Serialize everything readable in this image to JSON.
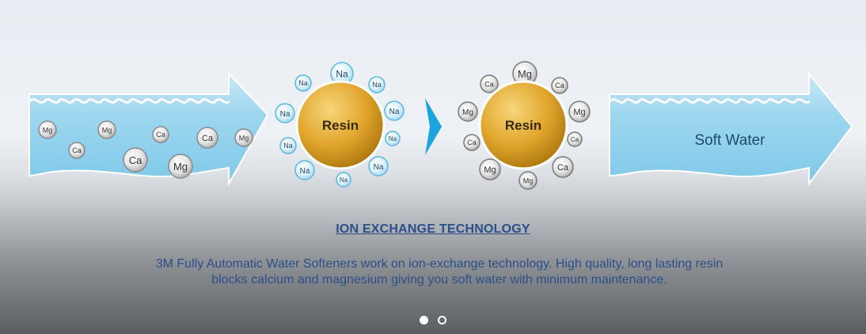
{
  "slide": {
    "title": "ION EXCHANGE TECHNOLOGY",
    "description": "3M Fully Automatic Water Softeners work on ion-exchange technology. High quality, long lasting resin blocks calcium and magnesium giving you soft water with minimum maintenance."
  },
  "diagram": {
    "hard_water_ions": [
      "Mg",
      "Ca",
      "Mg",
      "Ca",
      "Ca",
      "Mg",
      "Ca",
      "Mg"
    ],
    "resin_label_1": "Resin",
    "resin_label_2": "Resin",
    "sodium_label": "Na",
    "resin2_ions": [
      "Mg",
      "Ca",
      "Ca",
      "Mg",
      "Mg",
      "Ca",
      "Ca",
      "Mg",
      "Ca",
      "Mg"
    ],
    "soft_water_label": "Soft Water"
  },
  "carousel": {
    "total": 2,
    "active": 1
  },
  "colors": {
    "water": "#88cdea",
    "resin": "#e1a52c",
    "caption": "#2b4f8a",
    "connector": "#1aa3e0"
  }
}
